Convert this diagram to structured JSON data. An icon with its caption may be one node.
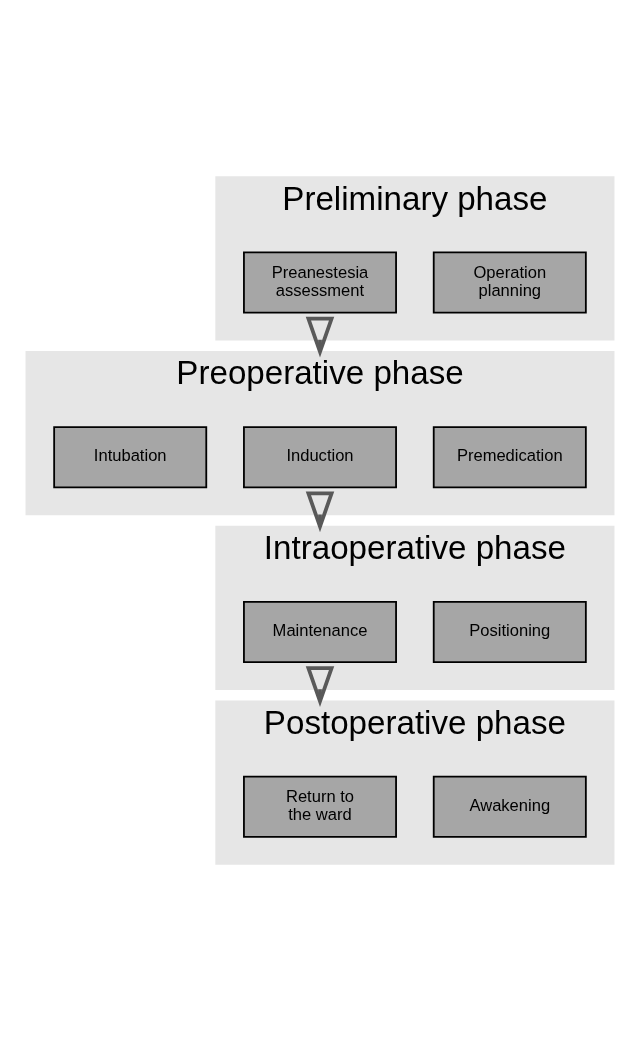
{
  "diagram": {
    "nodes": [
      {
        "text": [
          "Preliminary phase"
        ]
      },
      {
        "text": [
          "Operation planning"
        ],
        "in": 0
      },
      {
        "text": [
          "Preanestesia assessment"
        ],
        "in": 0
      },
      {
        "text": [
          "Preoperative phase"
        ]
      },
      {
        "text": [
          "Premedication"
        ],
        "in": 3
      },
      {
        "text": [
          "Induction"
        ],
        "in": 3
      },
      {
        "text": [
          "Intubation"
        ],
        "in": 3
      },
      {
        "text": [
          "Intraoperative phase"
        ]
      },
      {
        "text": [
          "Positioning"
        ],
        "in": 7
      },
      {
        "text": [
          "Maintenance"
        ],
        "in": 7
      },
      {
        "text": [
          "Postoperative phase"
        ]
      },
      {
        "text": [
          "Awakening"
        ],
        "in": 10
      },
      {
        "text": [
          "Return to the ward"
        ],
        "in": 10
      }
    ],
    "edges": [
      {
        "from": 0,
        "to": 3,
        "arrow": "to"
      },
      {
        "from": 3,
        "to": 7,
        "arrow": "to"
      },
      {
        "from": 7,
        "to": 10,
        "arrow": "to"
      }
    ]
  }
}
